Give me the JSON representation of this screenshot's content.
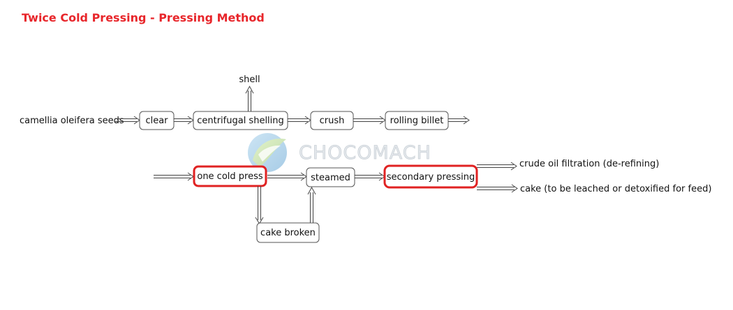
{
  "title": "Twice Cold Pressing - Pressing Method",
  "watermark": {
    "text": "CHOCOMACH"
  },
  "labels": {
    "input": "camellia oleifera seeds",
    "shell": "shell",
    "crude_oil": "crude oil filtration (de-refining)",
    "cake": "cake (to be leached or detoxified for feed)"
  },
  "steps": {
    "clear": "clear",
    "centrifugal_shelling": "centrifugal shelling",
    "crush": "crush",
    "rolling_billet": "rolling billet",
    "one_cold_press": "one cold press",
    "steamed": "steamed",
    "secondary_pressing": "secondary pressing",
    "cake_broken": "cake broken"
  },
  "colors": {
    "title": "#e8262b",
    "highlight_border": "#e02222",
    "box_border": "#555555"
  }
}
